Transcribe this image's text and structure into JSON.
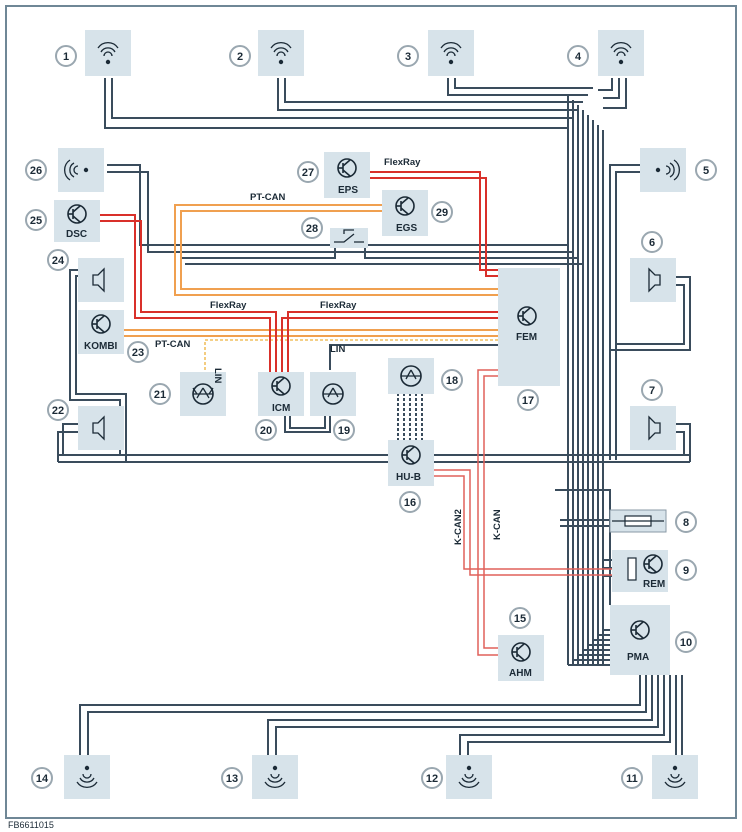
{
  "figure_code": "FB6611015",
  "components": {
    "tweeter_1": "1",
    "tweeter_2": "2",
    "tweeter_3": "3",
    "tweeter_4": "4",
    "tweeter_26": "26",
    "tweeter_5": "5",
    "midrange_24": "24",
    "midrange_6": "6",
    "midrange_22": "22",
    "midrange_7": "7",
    "woofer_14": "14",
    "woofer_13": "13",
    "woofer_12": "12",
    "woofer_11": "11",
    "eps": {
      "num": "27",
      "label": "EPS"
    },
    "egs": {
      "num": "29",
      "label": "EGS"
    },
    "switch": {
      "num": "28"
    },
    "dsc": {
      "num": "25",
      "label": "DSC"
    },
    "kombi": {
      "num": "23",
      "label": "KOMBI"
    },
    "fem": {
      "num": "17",
      "label": "FEM"
    },
    "module_21": {
      "num": "21"
    },
    "icm": {
      "num": "20",
      "label": "ICM"
    },
    "module_19": {
      "num": "19"
    },
    "module_18": {
      "num": "18"
    },
    "hub": {
      "num": "16",
      "label": "HU-B"
    },
    "fuse": {
      "num": "8"
    },
    "rem": {
      "num": "9",
      "label": "REM"
    },
    "pma": {
      "num": "10",
      "label": "PMA"
    },
    "ahm": {
      "num": "15",
      "label": "AHM"
    }
  },
  "bus_labels": {
    "flexray_top": "FlexRay",
    "ptcan_top": "PT-CAN",
    "flexray_left": "FlexRay",
    "flexray_right": "FlexRay",
    "ptcan_left": "PT-CAN",
    "lin_left": "LIN",
    "lin_right": "LIN",
    "kcan2": "K-CAN2",
    "kcan": "K-CAN"
  },
  "colors": {
    "frame": "#6f8796",
    "box": "#d7e3ea",
    "wire": "#3a4c5c",
    "flexray": "#d9302a",
    "ptcan": "#f0a050",
    "lin": "#f0c060"
  }
}
